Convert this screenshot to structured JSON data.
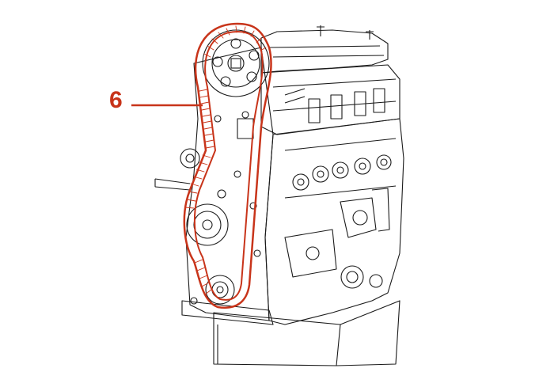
{
  "callouts": [
    {
      "label": "6",
      "part": "timing-belt"
    }
  ],
  "colors": {
    "highlight": "#c8341a",
    "line": "#1a1a1a",
    "background": "#ffffff"
  },
  "icons": [
    "engine-block-illustration",
    "timing-belt-highlight",
    "camshaft-sprocket",
    "crankshaft-sprocket",
    "water-pump-sprocket",
    "tensioner-pulley"
  ]
}
